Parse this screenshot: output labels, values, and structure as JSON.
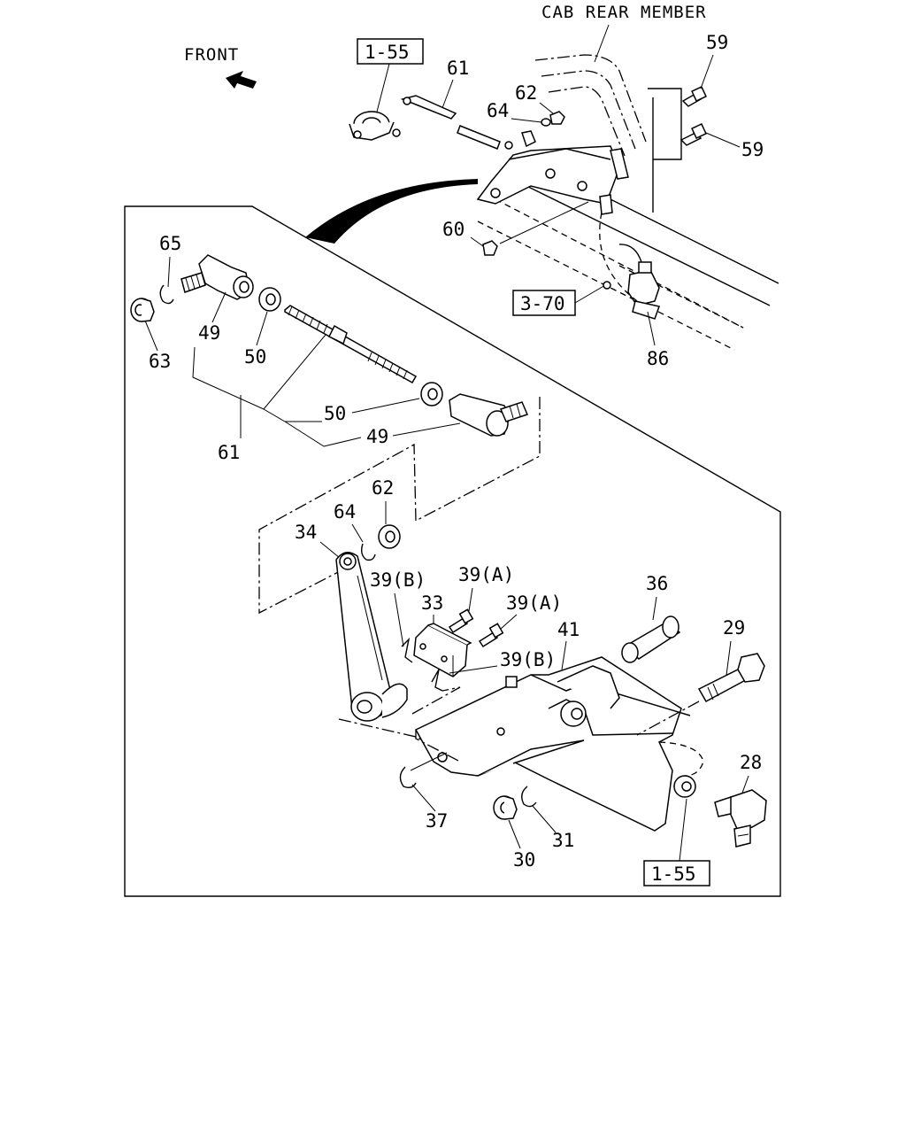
{
  "header_label": "CAB REAR MEMBER",
  "direction_label": "FRONT",
  "ref_labels": {
    "top_left": "1-55",
    "mid_right": "3-70",
    "bottom_right": "1-55"
  },
  "callouts": {
    "c59a": "59",
    "c59b": "59",
    "c61top": "61",
    "c62top": "62",
    "c64top": "64",
    "c60": "60",
    "c86": "86",
    "c65": "65",
    "c63": "63",
    "c49a": "49",
    "c50a": "50",
    "c61": "61",
    "c50b": "50",
    "c49b": "49",
    "c62": "62",
    "c64": "64",
    "c34": "34",
    "c39b1": "39(B)",
    "c39a1": "39(A)",
    "c39a2": "39(A)",
    "c39b2": "39(B)",
    "c33": "33",
    "c36": "36",
    "c41": "41",
    "c29": "29",
    "c28": "28",
    "c37": "37",
    "c30": "30",
    "c31": "31"
  }
}
